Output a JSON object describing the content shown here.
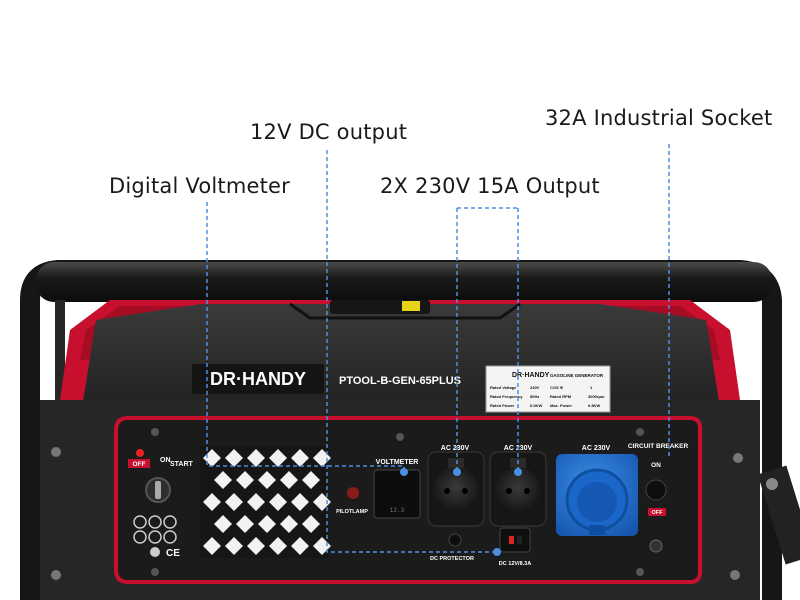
{
  "callouts": {
    "dc_output": "12V DC output",
    "industrial_socket": "32A Industrial Socket",
    "voltmeter": "Digital Voltmeter",
    "outputs_230v": "2X 230V 15A Output"
  },
  "generator": {
    "brand": "DR·HANDY",
    "model": "PTOOL-B-GEN-65PLUS",
    "plate": {
      "brand": "DR·HANDY",
      "subtitle": "GASOLINE GENERATOR",
      "rows": [
        [
          "Rated Voltage",
          "230V",
          "COS Φ",
          "1"
        ],
        [
          "Rated Frequency",
          "50Hz",
          "Rated RPM",
          "3000rpm"
        ],
        [
          "Rated Power",
          "6.0KW",
          "Max. Power",
          "6.5KW"
        ]
      ]
    },
    "panel": {
      "off": "OFF",
      "on": "ON",
      "start": "START",
      "voltmeter": "VOLTMETER",
      "pilot_lamp": "PILOTLAMP",
      "socket1": "AC 230V",
      "socket2": "AC 230V",
      "socket3": "AC 230V",
      "breaker": "CIRCUIT BREAKER",
      "breaker_on": "ON",
      "breaker_off": "OFF",
      "dc_protector": "DC PROTECTOR",
      "dc_output": "DC 12V/8.3A",
      "voltmeter_reading": "12.3"
    }
  },
  "colors": {
    "frame": "#1c1c1c",
    "body": "#2b2b2b",
    "accent_red": "#c8102e",
    "industrial_socket": "#1f6fd1",
    "guide_line": "#4a90e2"
  }
}
